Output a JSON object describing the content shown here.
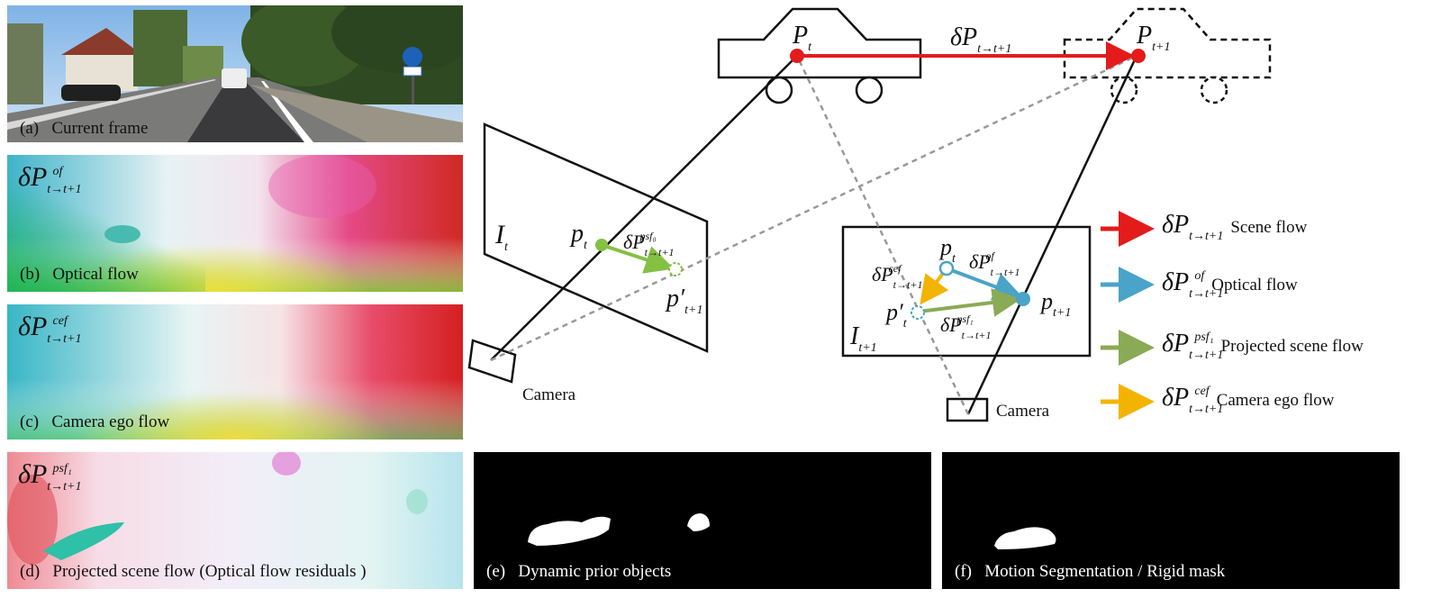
{
  "panels": {
    "a": {
      "tag": "(a)",
      "caption": "Current frame"
    },
    "b": {
      "tag": "(b)",
      "caption": "Optical flow",
      "symbol": "δP",
      "superscript": "of",
      "subscript": "t→t+1"
    },
    "c": {
      "tag": "(c)",
      "caption": "Camera ego flow",
      "symbol": "δP",
      "superscript": "cef",
      "subscript": "t→t+1"
    },
    "d": {
      "tag": "(d)",
      "caption": "Projected scene flow (Optical flow residuals )",
      "symbol": "δP",
      "superscript": "psf₁",
      "subscript": "t→t+1"
    },
    "e": {
      "tag": "(e)",
      "caption": "Dynamic prior objects"
    },
    "f": {
      "tag": "(f)",
      "caption": "Motion Segmentation / Rigid mask"
    }
  },
  "diagram": {
    "point_Pt": "P",
    "point_Pt_sub": "t",
    "point_Pt1": "P",
    "point_Pt1_sub": "t+1",
    "scene_flow_symbol": "δP",
    "scene_flow_sub": "t→t+1",
    "image_left": "I",
    "image_left_sub": "t",
    "image_right": "I",
    "image_right_sub": "t+1",
    "pt_left": "p",
    "pt_left_sub": "t",
    "pprime_left": "p′",
    "pprime_left_sub": "t+1",
    "psf0_symbol": "δP",
    "psf0_sup": "psf₀",
    "psf0_sub": "t→t+1",
    "pt_right": "p",
    "pt_right_sub": "t",
    "pt1_right": "p",
    "pt1_right_sub": "t+1",
    "pprime_right": "p′",
    "pprime_right_sub": "t",
    "of_symbol": "δP",
    "of_sup": "of",
    "cef_symbol": "δP",
    "cef_sup": "cef",
    "psf1_symbol": "δP",
    "psf1_sup": "psf₁",
    "flow_sub": "t→t+1",
    "camera_left": "Camera",
    "camera_right": "Camera"
  },
  "legend": [
    {
      "symbol": "δP",
      "sup": "",
      "sub": "t→t+1",
      "label": "Scene flow",
      "color": "#e31b1b"
    },
    {
      "symbol": "δP",
      "sup": "of",
      "sub": "t→t+1",
      "label": "Optical flow",
      "color": "#4aa3c8"
    },
    {
      "symbol": "δP",
      "sup": "psf₁",
      "sub": "t→t+1",
      "label": "Projected scene flow",
      "color": "#8aaa55"
    },
    {
      "symbol": "δP",
      "sup": "cef",
      "sub": "t→t+1",
      "label": "Camera ego flow",
      "color": "#f2b400"
    }
  ],
  "colors": {
    "scene_flow": "#e31b1b",
    "optical_flow": "#4aa3c8",
    "projected_flow": "#8aaa55",
    "ego_flow": "#f2b400",
    "psf0": "#84c042"
  }
}
